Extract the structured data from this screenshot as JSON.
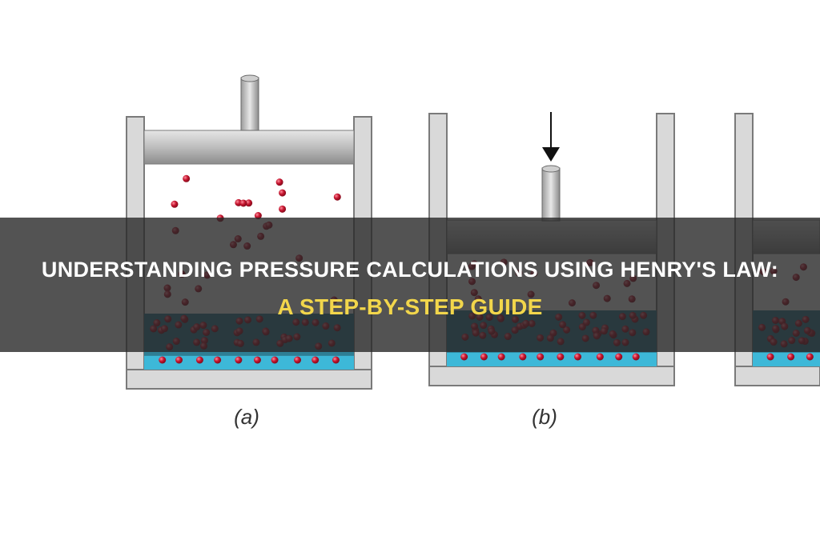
{
  "figure": {
    "panel_labels": [
      "(a)",
      "(b)"
    ],
    "colors": {
      "wall": "#d9d9d9",
      "wall_edge": "#7a7a7a",
      "piston_light": "#b8b8b8",
      "piston_dark": "#2f2f2f",
      "liquid_top": "#2e7f95",
      "liquid_bottom": "#3db8d8",
      "gas_molecule": "#b0122a",
      "dissolved_molecule": "#d8223c",
      "arrow": "#111111"
    },
    "icons": [
      "pressure-arrow-icon"
    ]
  },
  "banner": {
    "title_line_1": "UNDERSTANDING PRESSURE CALCULATIONS USING HENRY'S LAW:",
    "title_line_2": "A STEP-BY-STEP GUIDE",
    "background": "#282828",
    "text_color": "#ffffff",
    "accent_color": "#f2d64b"
  }
}
